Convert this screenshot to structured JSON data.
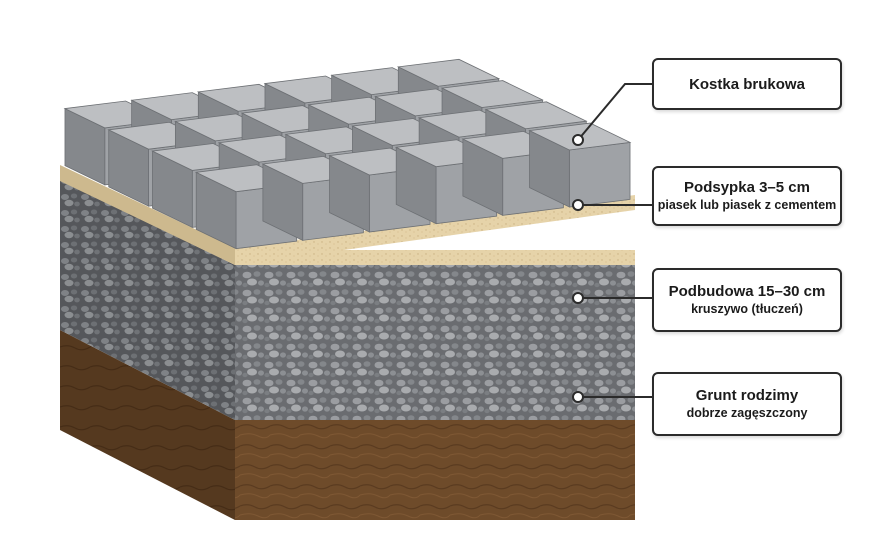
{
  "labels": [
    {
      "title": "Kostka brukowa",
      "sub": ""
    },
    {
      "title": "Podsypka 3–5 cm",
      "sub": "piasek lub piasek z cementem"
    },
    {
      "title": "Podbudowa 15–30 cm",
      "sub": "kruszywo (tłuczeń)"
    },
    {
      "title": "Grunt rodzimy",
      "sub": "dobrze zagęszczony"
    }
  ],
  "colors": {
    "paver_top": "#bdbfc2",
    "paver_front": "#9fa2a6",
    "paver_side": "#85888c",
    "sand": "#e3cfa4",
    "gravel": "#6e7074",
    "soil": "#6b4a2b",
    "leader": "#2b2b2b"
  }
}
